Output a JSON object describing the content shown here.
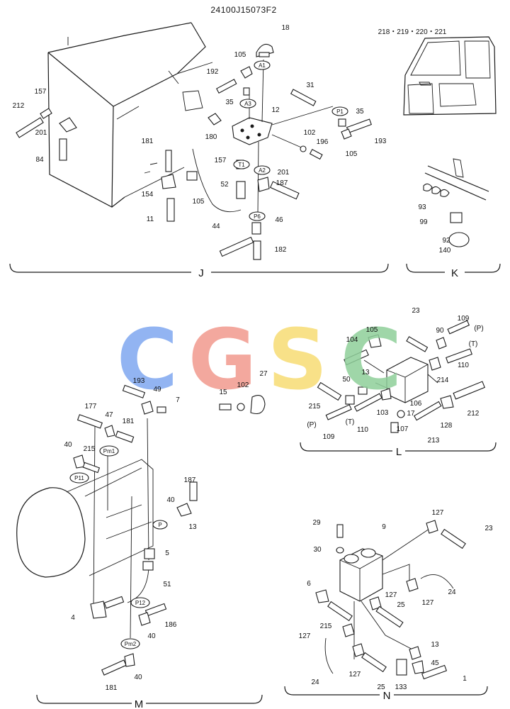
{
  "title": "24100J15073F2",
  "watermark": {
    "letters": [
      {
        "char": "C",
        "color": "#7fa8f0"
      },
      {
        "char": "G",
        "color": "#f29a8e"
      },
      {
        "char": "S",
        "color": "#f7dc74"
      },
      {
        "char": "C",
        "color": "#8fcf9a"
      }
    ]
  },
  "sections": [
    {
      "id": "J",
      "label": "J"
    },
    {
      "id": "K",
      "label": "K"
    },
    {
      "id": "L",
      "label": "L"
    },
    {
      "id": "M",
      "label": "M"
    },
    {
      "id": "N",
      "label": "N"
    }
  ],
  "port_tags": {
    "J": [
      "A1",
      "A3",
      "P1",
      "T1",
      "A2",
      "P6"
    ],
    "M": [
      "Pm1",
      "P11",
      "P",
      "P12",
      "Pm2"
    ]
  },
  "callouts": {
    "J": [
      "18",
      "105",
      "192",
      "31",
      "35",
      "12",
      "35",
      "157",
      "212",
      "201",
      "84",
      "180",
      "102",
      "196",
      "105",
      "193",
      "181",
      "157",
      "201",
      "187",
      "154",
      "105",
      "52",
      "11",
      "44",
      "46",
      "182"
    ],
    "K": [
      "218・219・220・221",
      "93",
      "99",
      "92",
      "140"
    ],
    "L": [
      "109",
      "(P)",
      "23",
      "90",
      "(T)",
      "105",
      "104",
      "13",
      "50",
      "110",
      "214",
      "215",
      "103",
      "17",
      "106",
      "212",
      "(P)",
      "(T)",
      "109",
      "110",
      "107",
      "128",
      "213"
    ],
    "M": [
      "193",
      "49",
      "7",
      "15",
      "102",
      "27",
      "177",
      "47",
      "181",
      "40",
      "215",
      "187",
      "40",
      "13",
      "5",
      "51",
      "4",
      "186",
      "40",
      "181",
      "40"
    ],
    "N": [
      "29",
      "9",
      "127",
      "23",
      "30",
      "6",
      "127",
      "24",
      "127",
      "25",
      "215",
      "127",
      "13",
      "45",
      "24",
      "127",
      "25",
      "133",
      "1"
    ]
  }
}
